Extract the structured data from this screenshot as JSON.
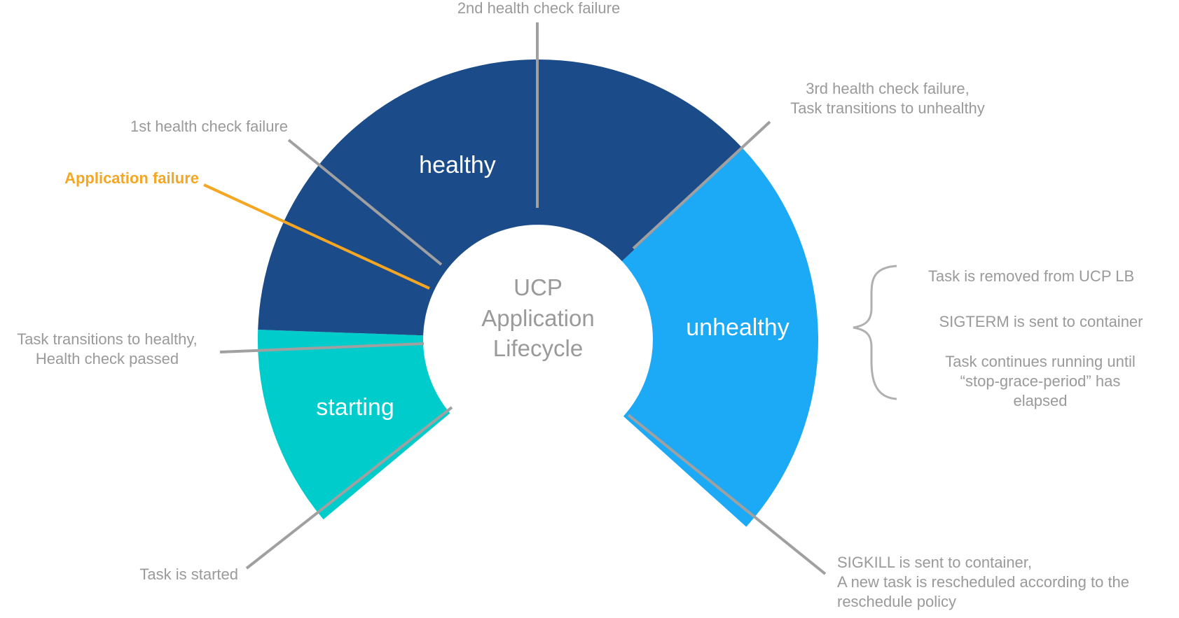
{
  "colors": {
    "healthy": "#1b4b88",
    "unhealthy": "#1ca9f6",
    "starting": "#00cccc",
    "text_gray": "#9a9a9a",
    "leader_gray": "#a0a0a0",
    "accent_orange": "#f5a623",
    "segment_text": "#ffffff"
  },
  "center": {
    "title_line1": "UCP",
    "title_line2": "Application",
    "title_line3": "Lifecycle"
  },
  "segments": {
    "healthy": "healthy",
    "unhealthy": "unhealthy",
    "starting": "starting"
  },
  "events": {
    "second_failure": "2nd health check failure",
    "third_failure_line1": "3rd health check failure,",
    "third_failure_line2": "Task transitions to unhealthy",
    "first_failure": "1st health check failure",
    "application_failure": "Application failure",
    "task_healthy_line1": "Task transitions to healthy,",
    "task_healthy_line2": "Health check passed",
    "task_started": "Task is started",
    "sigkill_line1": "SIGKILL is sent to container,",
    "sigkill_line2": "A new task is rescheduled according to the",
    "sigkill_line3": "reschedule policy"
  },
  "unhealthy_actions": {
    "removed": "Task is removed from UCP LB",
    "sigterm": "SIGTERM is sent to container",
    "continues_line1": "Task continues running until",
    "continues_line2": "“stop-grace-period” has",
    "continues_line3": "elapsed"
  }
}
